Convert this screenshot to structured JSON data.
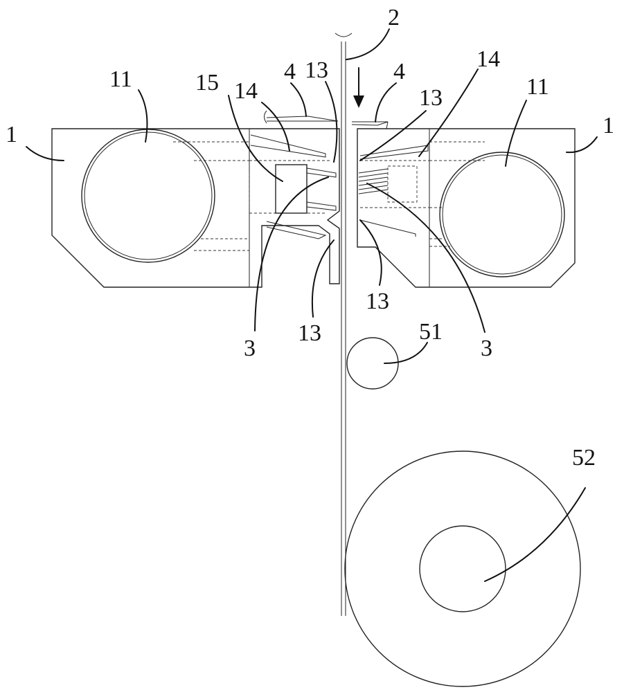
{
  "labels": {
    "frame_left": "1",
    "frame_right": "1",
    "roller_left": "11",
    "roller_right": "11",
    "film": "2",
    "nozzle_left": "3",
    "nozzle_right": "3",
    "blade_left": "4",
    "blade_right": "4",
    "channel_13_a": "13",
    "channel_13_b": "13",
    "channel_13_c": "13",
    "channel_13_d": "13",
    "plate_left": "14",
    "plate_right": "14",
    "block_left": "15",
    "guide_roller": "51",
    "wind_roller": "52"
  },
  "colors": {
    "line": "#222222",
    "background": "#ffffff"
  }
}
